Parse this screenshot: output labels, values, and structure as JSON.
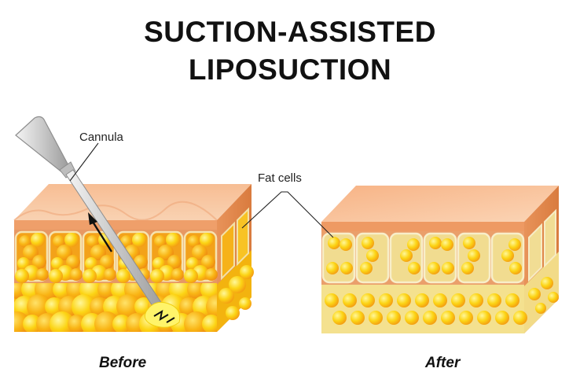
{
  "title": {
    "line1": "SUCTION-ASSISTED",
    "line2": "LIPOSUCTION"
  },
  "labels": {
    "cannula": "Cannula",
    "fat_cells": "Fat cells"
  },
  "captions": {
    "before": "Before",
    "after": "After"
  },
  "colors": {
    "skin_top": "#f8c7a1",
    "skin_side": "#e99a63",
    "fat_yellow": "#f8c70a",
    "fat_orange": "#f4a414",
    "after_fat_bg": "#f3e08a",
    "cannula": "#d8d8d8"
  }
}
